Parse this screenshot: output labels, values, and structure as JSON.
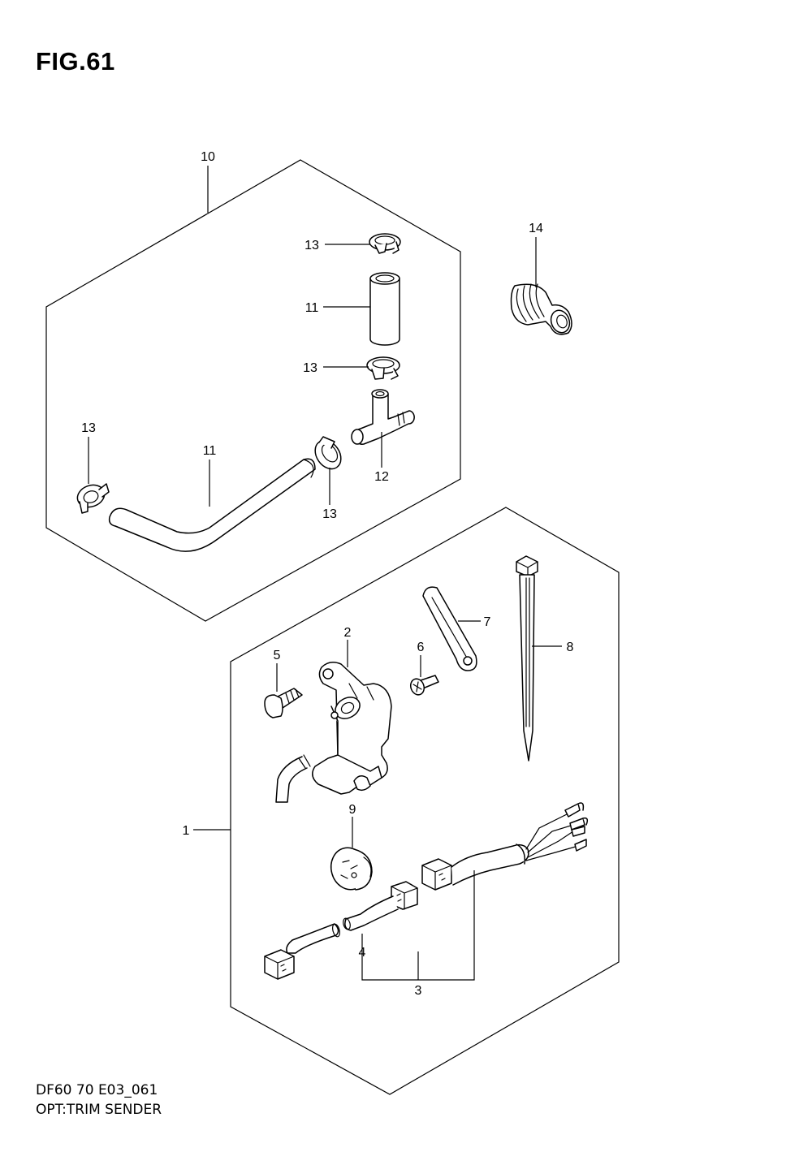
{
  "figure": {
    "title": "FIG.61",
    "model_code": "DF60 70 E03_061",
    "description": "OPT:TRIM SENDER"
  },
  "callouts": {
    "c1": "1",
    "c2": "2",
    "c3": "3",
    "c4": "4",
    "c5": "5",
    "c6": "6",
    "c7": "7",
    "c8": "8",
    "c9": "9",
    "c10": "10",
    "c11a": "11",
    "c11b": "11",
    "c12": "12",
    "c13a": "13",
    "c13b": "13",
    "c13c": "13",
    "c13d": "13",
    "c14": "14"
  }
}
